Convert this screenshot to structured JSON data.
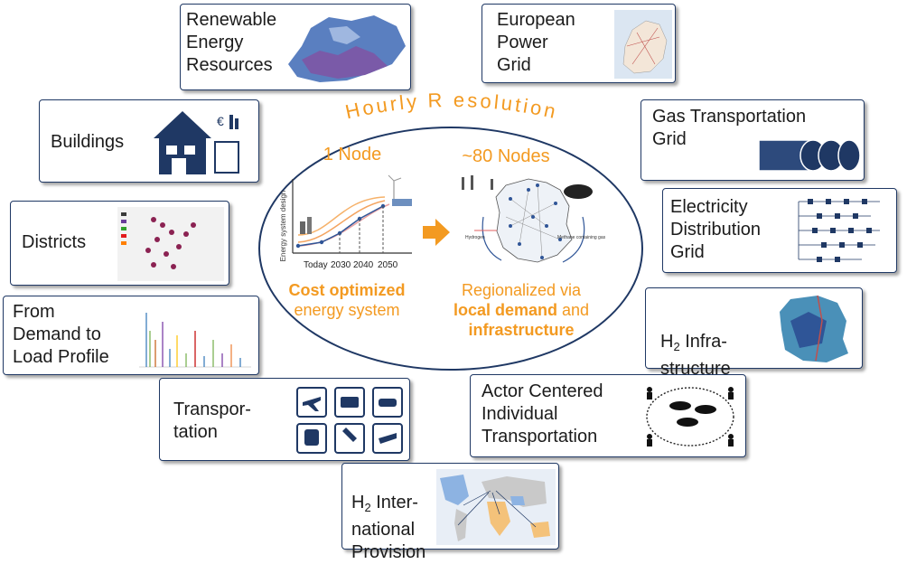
{
  "header": {
    "hourly_resolution": "Hourly R esolution"
  },
  "center": {
    "left_title": "1 Node",
    "right_title": "~80 Nodes",
    "left_caption_bold": "Cost optimized",
    "left_caption": "energy system",
    "right_caption_1": "Regionalized via",
    "right_caption_bold_1": "local demand",
    "right_caption_and": "and",
    "right_caption_bold_2": "infrastructure",
    "chart": {
      "ylabel": "Energy system design",
      "ticks": [
        "Today",
        "2030",
        "2040",
        "2050"
      ]
    },
    "map_labels": {
      "hydrogen": "Hydrogen",
      "methane": "Methane containing gas"
    }
  },
  "boxes": {
    "renewable": "Renewable\nEnergy\nResources",
    "european_grid": "European\nPower\nGrid",
    "buildings": "Buildings",
    "gas_grid": "Gas Transportation\nGrid",
    "districts": "Districts",
    "electricity_dist": "Electricity\nDistribution\nGrid",
    "load_profile": "From\nDemand to\nLoad Profile",
    "h2_infra_sub": "2",
    "h2_infra_line1": " Infra-",
    "h2_infra_line2": "structure",
    "transportation": "Transpor-\ntation",
    "actor_centered": "Actor Centered\nIndividual\nTransportation",
    "h2_intl_sub": "2",
    "h2_intl_line1": " Inter-",
    "h2_intl_line2": "national\nProvision",
    "h_letter": "H"
  },
  "colors": {
    "border": "#1f3864",
    "orange": "#f39a21",
    "text": "#1b1b1b"
  }
}
